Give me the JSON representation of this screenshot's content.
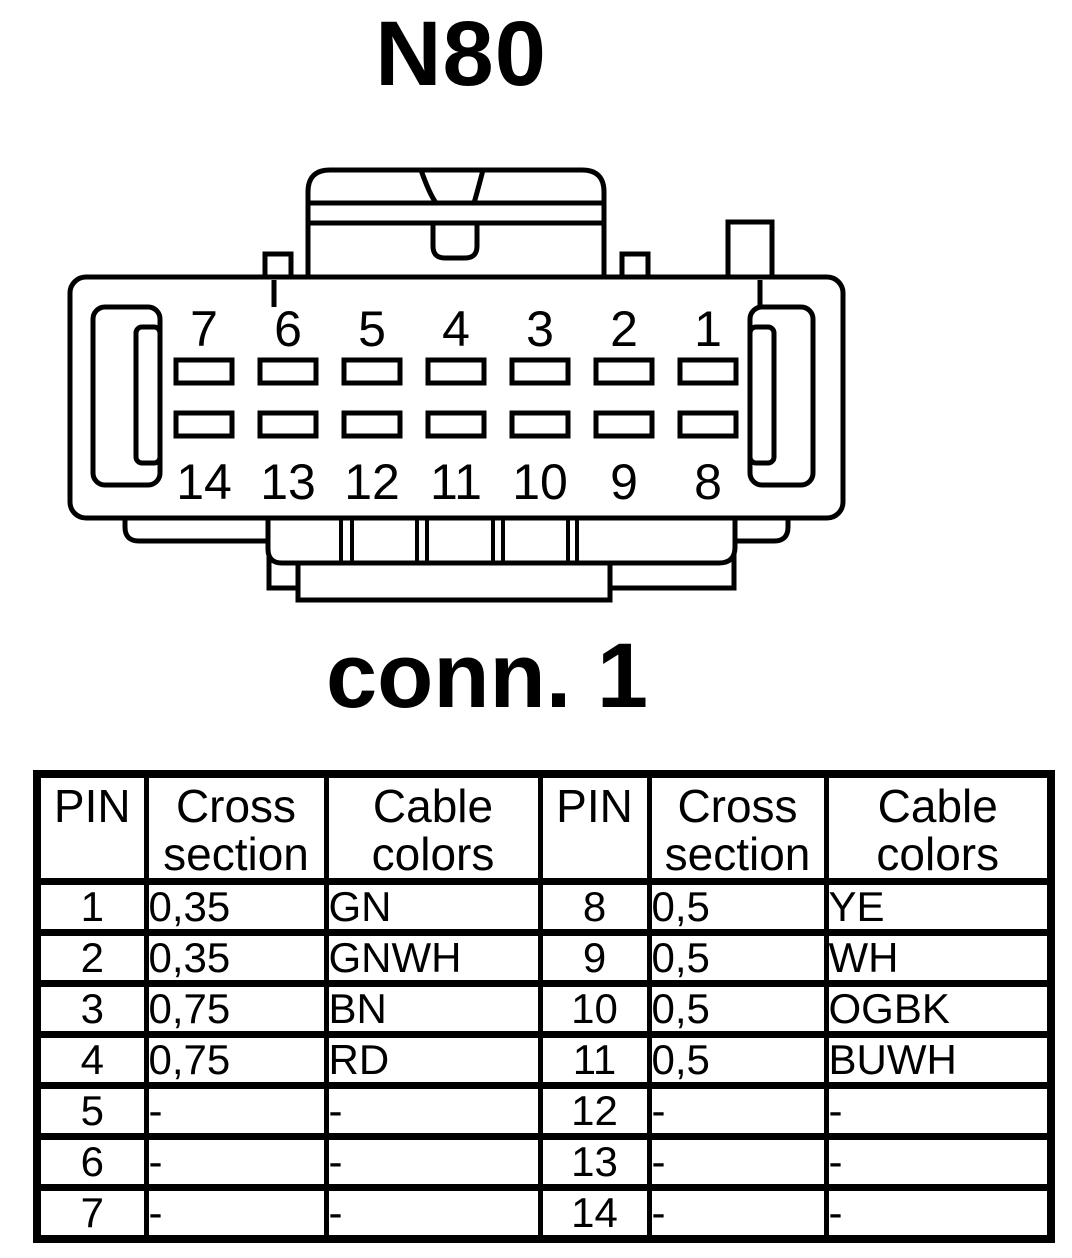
{
  "page": {
    "background": "#ffffff",
    "ink": "#000000"
  },
  "title": "N80",
  "connector": {
    "caption": "conn. 1",
    "top_pin_labels": [
      "7",
      "6",
      "5",
      "4",
      "3",
      "2",
      "1"
    ],
    "bottom_pin_labels": [
      "14",
      "13",
      "12",
      "11",
      "10",
      "9",
      "8"
    ]
  },
  "pin_table": {
    "headers": {
      "pin_left": "PIN",
      "cross_left": "Cross section",
      "cable_left": "Cable colors",
      "pin_right": "PIN",
      "cross_right": "Cross section",
      "cable_right": "Cable colors"
    },
    "rows": [
      [
        "1",
        "0,35",
        "GN",
        "8",
        "0,5",
        "YE"
      ],
      [
        "2",
        "0,35",
        "GNWH",
        "9",
        "0,5",
        "WH"
      ],
      [
        "3",
        "0,75",
        "BN",
        "10",
        "0,5",
        "OGBK"
      ],
      [
        "4",
        "0,75",
        "RD",
        "11",
        "0,5",
        "BUWH"
      ],
      [
        "5",
        "-",
        "-",
        "12",
        "-",
        "-"
      ],
      [
        "6",
        "-",
        "-",
        "13",
        "-",
        "-"
      ],
      [
        "7",
        "-",
        "-",
        "14",
        "-",
        "-"
      ]
    ]
  }
}
